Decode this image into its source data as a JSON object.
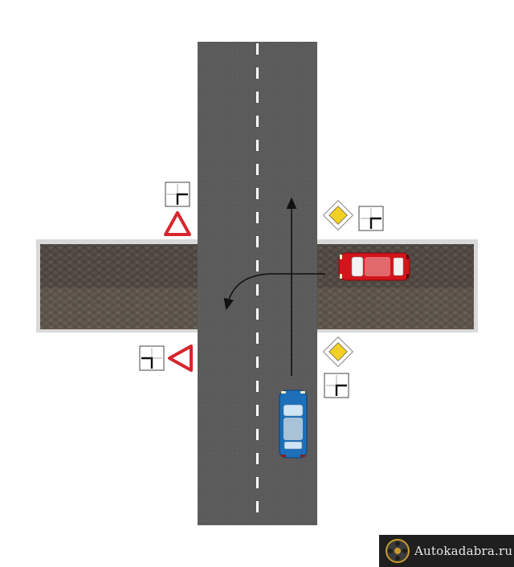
{
  "scene": {
    "background": "#ffffff",
    "main_road": {
      "asphalt_color": "#5b5b5b",
      "marking_color": "#ffffff",
      "marking": "dashed-center-line"
    },
    "side_road": {
      "surface": "cobblestone",
      "top_color": "#4d4640",
      "bottom_color": "#5a5148",
      "curb_color": "#d3d3d3"
    },
    "signs": [
      {
        "id": "priority-road-right-top",
        "type": "main-road",
        "fill": "#f2d024",
        "border": "#ffffff"
      },
      {
        "id": "road-layout-right-top",
        "type": "road-layout-plate"
      },
      {
        "id": "priority-road-right-bottom",
        "type": "main-road",
        "fill": "#f2d024",
        "border": "#ffffff"
      },
      {
        "id": "road-layout-right-bottom",
        "type": "road-layout-plate"
      },
      {
        "id": "give-way-left-top",
        "type": "give-way",
        "stroke": "#d7262d"
      },
      {
        "id": "road-layout-left-top",
        "type": "road-layout-plate"
      },
      {
        "id": "give-way-left-bottom",
        "type": "give-way",
        "stroke": "#d7262d"
      },
      {
        "id": "road-layout-left-bottom",
        "type": "road-layout-plate"
      }
    ],
    "vehicles": [
      {
        "id": "blue-car",
        "color": "#1c6fb8",
        "heading": "north"
      },
      {
        "id": "red-car",
        "color": "#d4141b",
        "heading": "west"
      }
    ],
    "paths": [
      {
        "id": "blue-car-straight",
        "vehicle": "blue-car",
        "maneuver": "straight"
      },
      {
        "id": "red-car-left-turn",
        "vehicle": "red-car",
        "maneuver": "left-turn"
      }
    ]
  },
  "watermark": {
    "text": "Autokadabra.ru",
    "background": "#1f1f1f"
  }
}
